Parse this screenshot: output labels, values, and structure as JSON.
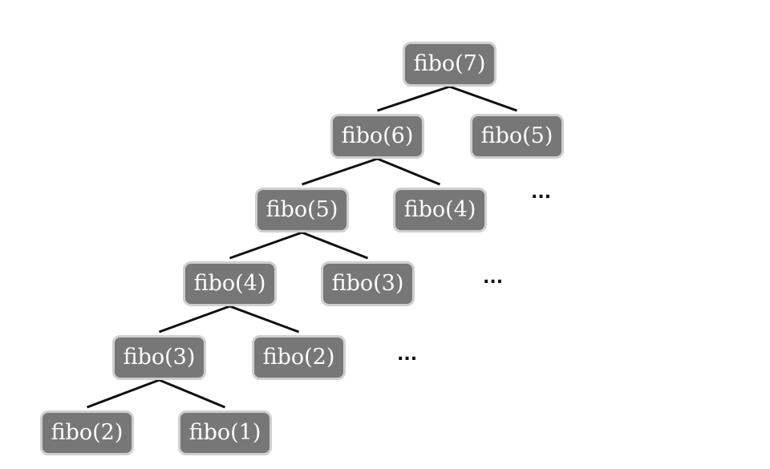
{
  "diagram": {
    "nodes": [
      {
        "id": "n7",
        "label": "fibo(7)"
      },
      {
        "id": "n6",
        "label": "fibo(6)"
      },
      {
        "id": "n5r",
        "label": "fibo(5)"
      },
      {
        "id": "n5",
        "label": "fibo(5)"
      },
      {
        "id": "n4r",
        "label": "fibo(4)"
      },
      {
        "id": "n4",
        "label": "fibo(4)"
      },
      {
        "id": "n3r",
        "label": "fibo(3)"
      },
      {
        "id": "n3",
        "label": "fibo(3)"
      },
      {
        "id": "n2r",
        "label": "fibo(2)"
      },
      {
        "id": "n2",
        "label": "fibo(2)"
      },
      {
        "id": "n1",
        "label": "fibo(1)"
      }
    ],
    "edges": [
      {
        "from": "n7",
        "to": "n6"
      },
      {
        "from": "n7",
        "to": "n5r"
      },
      {
        "from": "n6",
        "to": "n5"
      },
      {
        "from": "n6",
        "to": "n4r"
      },
      {
        "from": "n5",
        "to": "n4"
      },
      {
        "from": "n5",
        "to": "n3r"
      },
      {
        "from": "n4",
        "to": "n3"
      },
      {
        "from": "n4",
        "to": "n2r"
      },
      {
        "from": "n3",
        "to": "n2"
      },
      {
        "from": "n3",
        "to": "n1"
      }
    ],
    "ellipses": [
      {
        "id": "e1",
        "text": "..."
      },
      {
        "id": "e2",
        "text": "..."
      },
      {
        "id": "e3",
        "text": "..."
      }
    ]
  },
  "colors": {
    "node_fill": "#777777",
    "node_border": "#cfcfcf",
    "node_text": "#ffffff",
    "edge": "#111111"
  }
}
